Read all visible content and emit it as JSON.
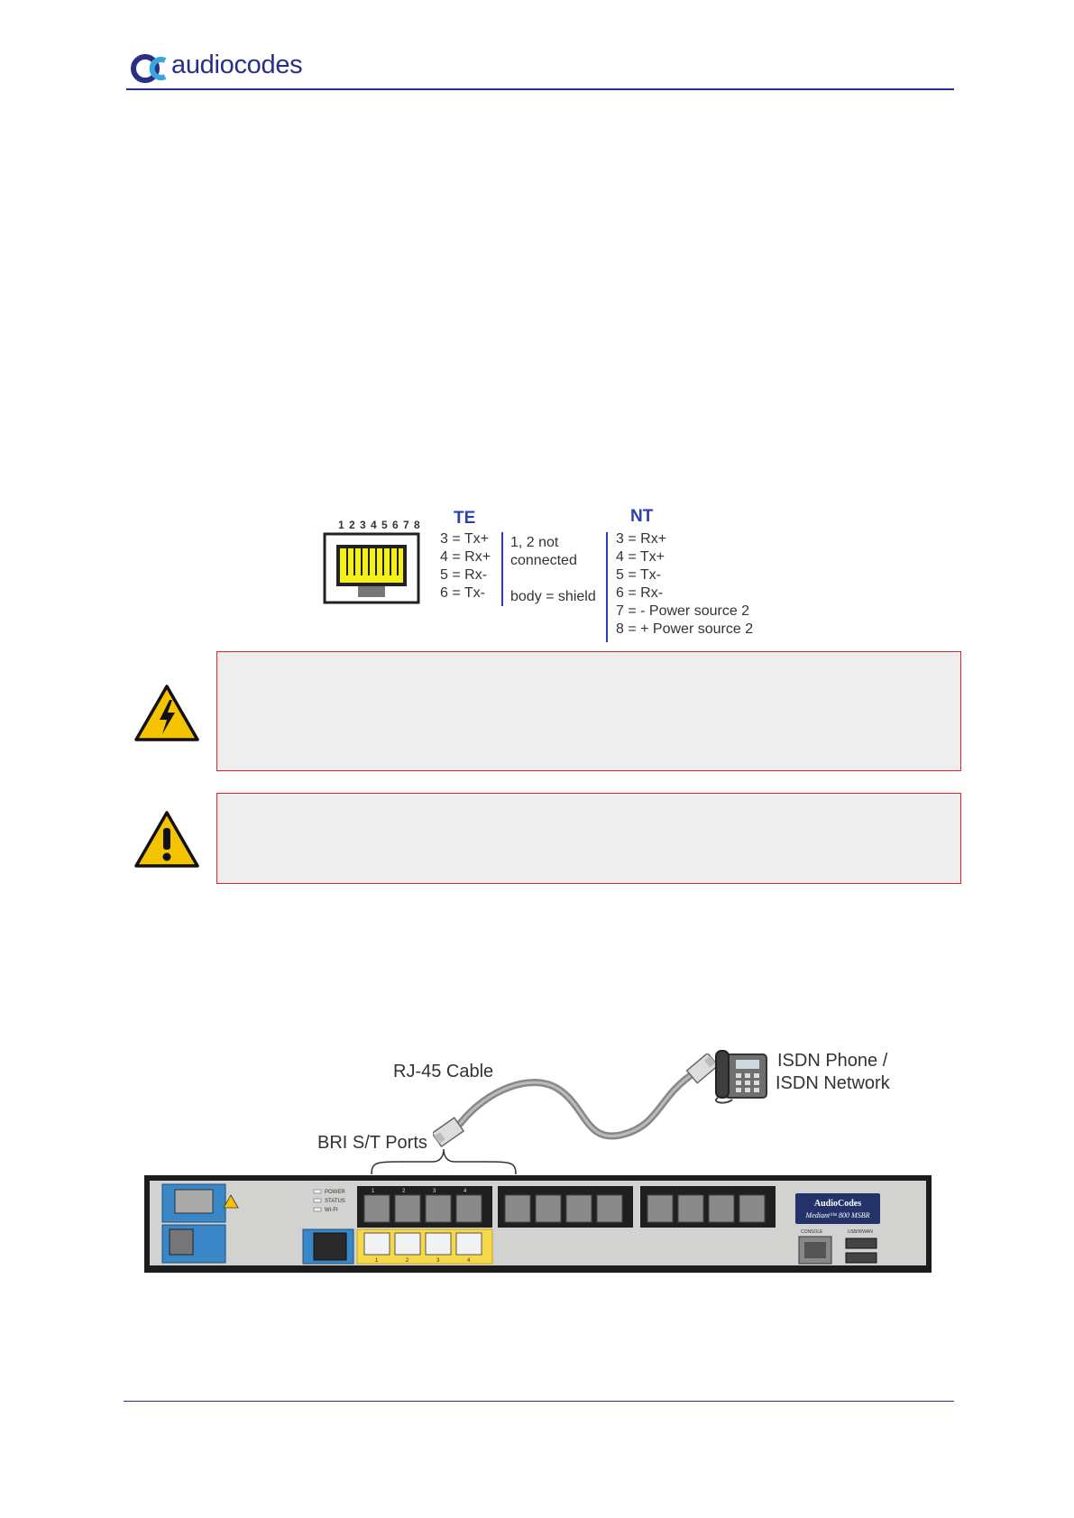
{
  "header": {
    "brand": "audiocodes",
    "colors": {
      "brand": "#2a2f86",
      "brand_teal": "#3aa6d9",
      "rule": "#2b2f8c"
    }
  },
  "pinout": {
    "pin_numbers": "1 2 3 4 5 6 7 8",
    "te": {
      "heading": "TE",
      "lines": [
        "3 = Tx+",
        "4 = Rx+",
        "5 = Rx-",
        "6 = Tx-"
      ]
    },
    "middle": {
      "lines": [
        "1, 2  not",
        "connected",
        "",
        "body = shield"
      ]
    },
    "nt": {
      "heading": "NT",
      "lines": [
        "3 = Rx+",
        "4 = Tx+",
        "5 = Tx-",
        "6 = Rx-",
        "7 = - Power source 2",
        "8 = + Power source 2"
      ]
    },
    "colors": {
      "pins": "#f4f01a",
      "heading": "#2a40b0"
    }
  },
  "notes": [
    {
      "icon": "electric-shock-warning-icon"
    },
    {
      "icon": "caution-warning-icon"
    }
  ],
  "cabling_figure": {
    "labels": {
      "cable": "RJ-45 Cable",
      "phone": "ISDN Phone /",
      "network": "ISDN Network",
      "ports": "BRI S/T Ports"
    },
    "device": {
      "brand": "AudioCodes",
      "model": "Mediant™ 800 MSBR",
      "leds": [
        "POWER",
        "STATUS",
        "WI-FI"
      ],
      "console_label": "CONSOLE",
      "usb_label": "USB/WWAN",
      "bri_port_numbers": [
        "1",
        "2",
        "3",
        "4"
      ],
      "lan_port_numbers": [
        "1",
        "2",
        "3",
        "4"
      ]
    },
    "colors": {
      "highlight": "#f5d94a",
      "panel": "#3a87c8",
      "chassis": "#1c1c1c"
    }
  }
}
